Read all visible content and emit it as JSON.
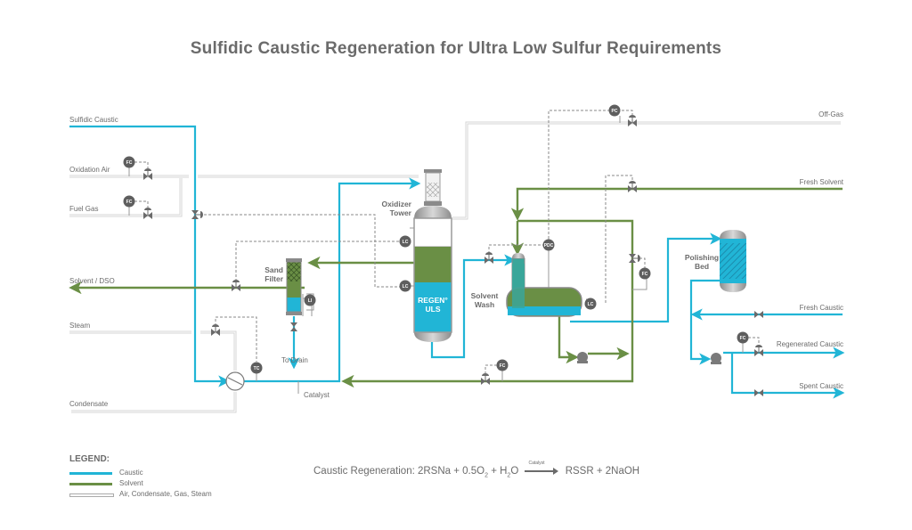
{
  "title": "Sulfidic Caustic Regeneration for Ultra Low Sulfur Requirements",
  "colors": {
    "caustic": "#21b5d6",
    "solvent": "#6a8f45",
    "utility": "#d6d6d6",
    "instrument": "#5e5e5e",
    "text": "#6b6b6b"
  },
  "streams": {
    "sulfidic_caustic": "Sulfidic Caustic",
    "oxidation_air": "Oxidation Air",
    "fuel_gas": "Fuel Gas",
    "solvent_dso": "Solvent / DSO",
    "steam": "Steam",
    "condensate": "Condensate",
    "off_gas": "Off-Gas",
    "fresh_solvent": "Fresh Solvent",
    "fresh_caustic": "Fresh Caustic",
    "regenerated_caustic": "Regenerated Caustic",
    "spent_caustic": "Spent Caustic",
    "catalyst": "Catalyst",
    "to_drain": "To Drain"
  },
  "equipment": {
    "sand_filter": [
      "Sand",
      "Filter"
    ],
    "oxidizer_tower": [
      "Oxidizer",
      "Tower"
    ],
    "regen_uls": [
      "REGEN°",
      "ULS"
    ],
    "solvent_wash": [
      "Solvent",
      "Wash"
    ],
    "polishing_bed": [
      "Polishing",
      "Bed"
    ]
  },
  "instruments": {
    "fc": "FC",
    "lc": "LC",
    "tc": "TC",
    "pc": "PC",
    "pdc": "PDC",
    "li": "LI"
  },
  "legend": {
    "title": "LEGEND:",
    "items": [
      {
        "label": "Caustic",
        "type": "caustic"
      },
      {
        "label": "Solvent",
        "type": "solvent"
      },
      {
        "label": "Air, Condensate, Gas, Steam",
        "type": "utility"
      }
    ]
  },
  "equation": {
    "prefix": "Caustic Regeneration: 2RSNa + 0.5O",
    "sub1": "2",
    "mid": "+ H",
    "sub2": "2",
    "mid2": "O",
    "catalyst": "Catalyst",
    "products": "RSSR + 2NaOH"
  }
}
